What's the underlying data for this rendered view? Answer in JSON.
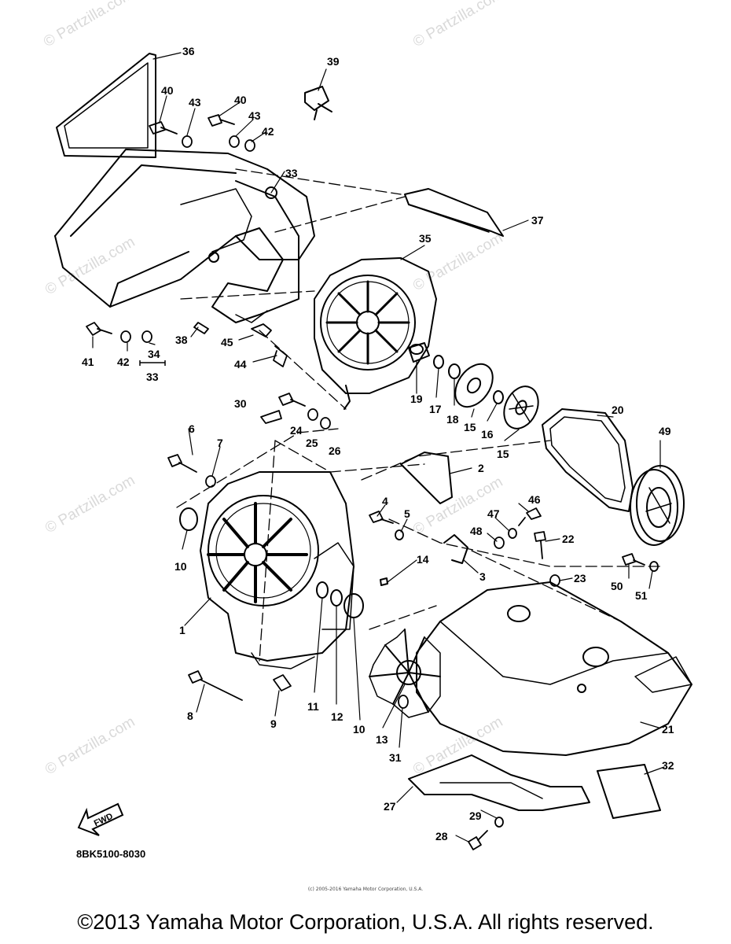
{
  "diagram": {
    "part_code": "8BK5100-8030",
    "fwd_label": "FWD",
    "watermark": "© Partzilla.com",
    "small_credit": "(c) 2005-2016 Yamaha Motor Corporation, U.S.A.",
    "copyright": "©2013 Yamaha Motor Corporation, U.S.A. All rights reserved.",
    "callouts": {
      "c1": "1",
      "c2": "2",
      "c3": "3",
      "c4": "4",
      "c5": "5",
      "c6": "6",
      "c7": "7",
      "c8": "8",
      "c9": "9",
      "c10a": "10",
      "c10b": "10",
      "c11": "11",
      "c12": "12",
      "c13": "13",
      "c14": "14",
      "c15a": "15",
      "c15b": "15",
      "c16": "16",
      "c17": "17",
      "c18": "18",
      "c19": "19",
      "c20": "20",
      "c21": "21",
      "c22": "22",
      "c23": "23",
      "c24": "24",
      "c25": "25",
      "c26": "26",
      "c27": "27",
      "c28": "28",
      "c29": "29",
      "c30": "30",
      "c31": "31",
      "c32": "32",
      "c33a": "33",
      "c33b": "33",
      "c34": "34",
      "c35": "35",
      "c36": "36",
      "c37": "37",
      "c38": "38",
      "c39": "39",
      "c40a": "40",
      "c40b": "40",
      "c41": "41",
      "c42a": "42",
      "c42b": "42",
      "c43a": "43",
      "c43b": "43",
      "c44": "44",
      "c45": "45",
      "c46": "46",
      "c47": "47",
      "c48": "48",
      "c49": "49",
      "c50": "50",
      "c51": "51"
    }
  }
}
